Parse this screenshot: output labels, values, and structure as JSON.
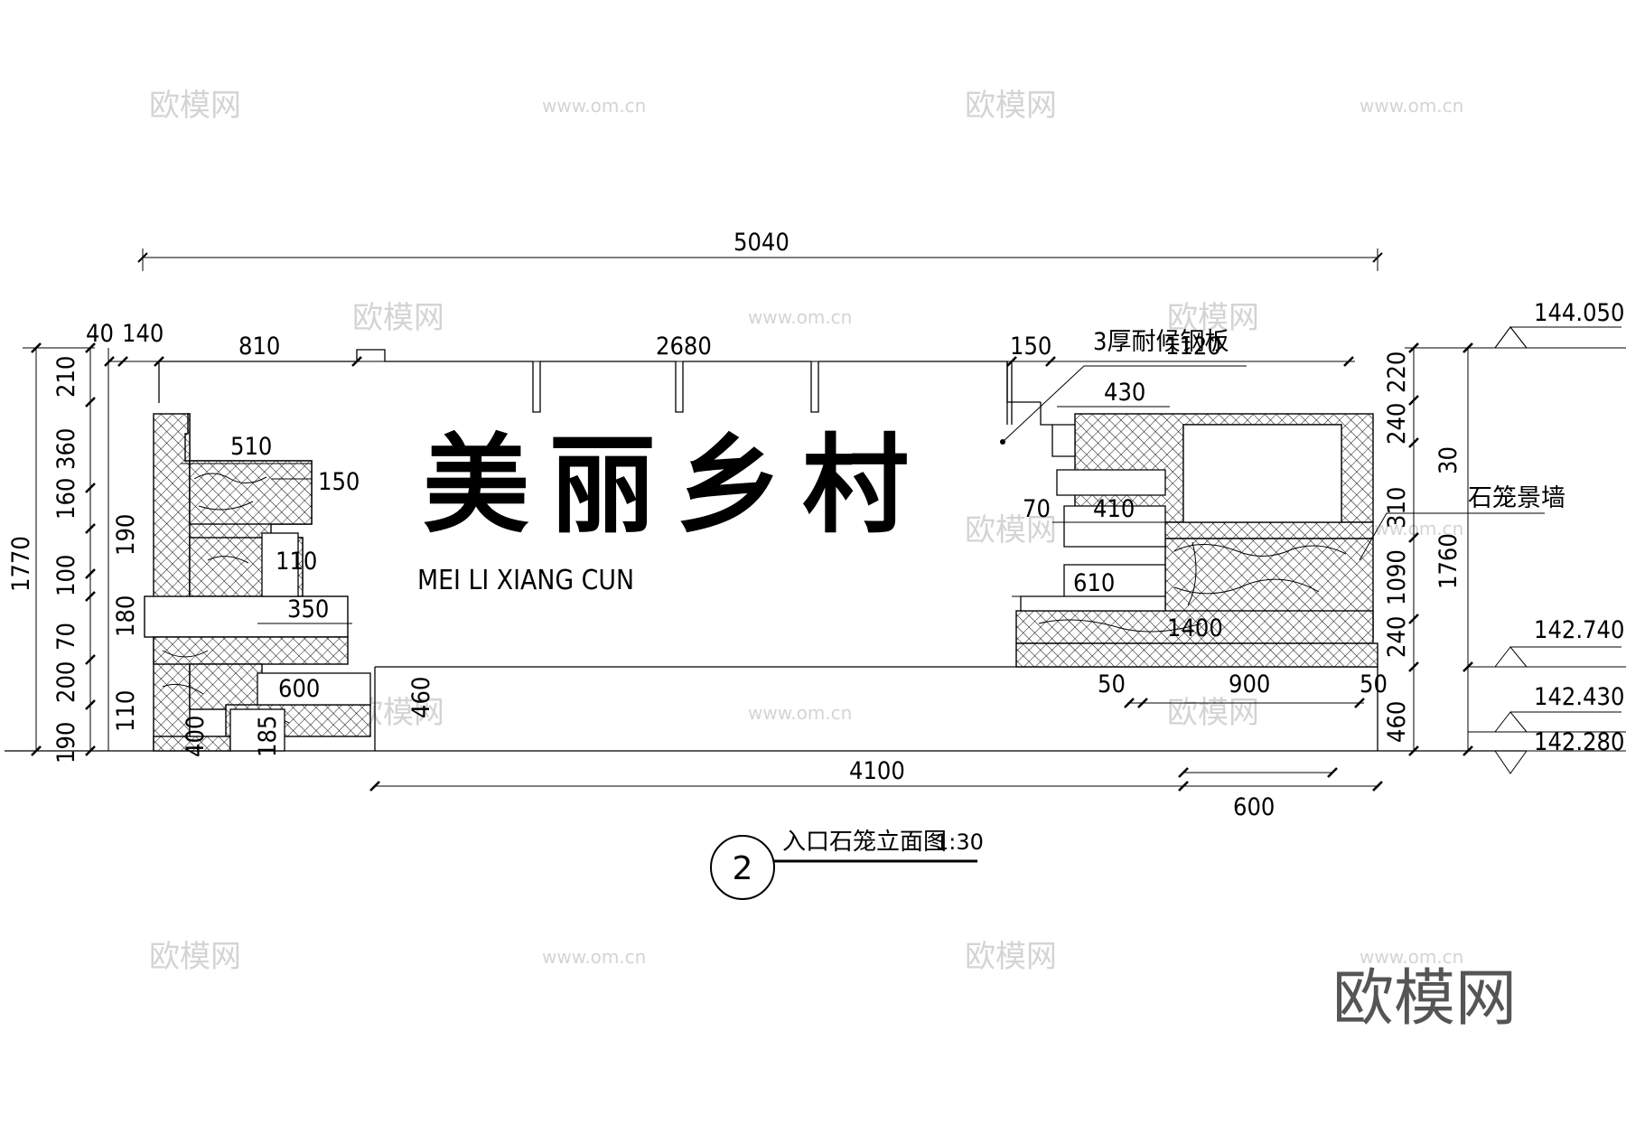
{
  "title": {
    "sign_text": "美丽乡村",
    "pinyin": "MEI LI XIANG CUN"
  },
  "drawing": {
    "number": "2",
    "caption": "入口石笼立面图",
    "scale": "1:30"
  },
  "annotations": {
    "plate": "3厚耐候钢板",
    "wall": "石笼景墙"
  },
  "elevations": [
    "144.050",
    "142.740",
    "142.430",
    "142.280"
  ],
  "dimensions": {
    "top_total": "5040",
    "d40": "40",
    "d140": "140",
    "d810": "810",
    "d2680": "2680",
    "d150a": "150",
    "d1120": "1120",
    "d430": "430",
    "d510": "510",
    "d150b": "150",
    "d70": "70",
    "d410": "410",
    "d110": "110",
    "d610": "610",
    "d350": "350",
    "d1400": "1400",
    "d600a": "600",
    "d50a": "50",
    "d900": "900",
    "d50b": "50",
    "d185": "185",
    "d460c": "460",
    "d400": "400",
    "left_total": "1770",
    "left_segments": [
      "210",
      "360",
      "160",
      "100",
      "70",
      "200",
      "110",
      "190"
    ],
    "left_inner": [
      "190",
      "180"
    ],
    "right_segments": [
      "220",
      "240",
      "310",
      "1090",
      "240",
      "460"
    ],
    "right_total": "1760",
    "right_30": "30",
    "right_460": "460",
    "bottom_4100": "4100",
    "bottom_600": "600"
  },
  "watermarks": {
    "logo": "欧模网",
    "url": "www.om.cn",
    "big": "欧模网"
  }
}
